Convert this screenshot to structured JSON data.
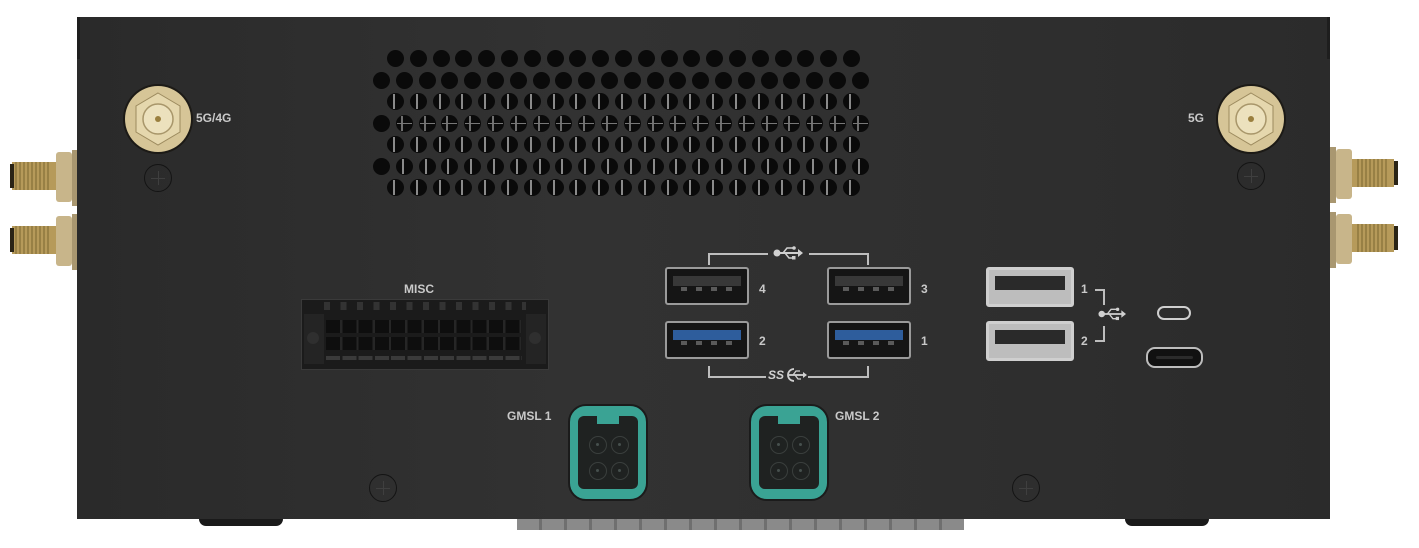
{
  "device": {
    "view": "rear panel",
    "chassis_color": "#2d2d2d",
    "accent_colors": {
      "antenna_gold": "#d2c191",
      "gmsl_teal": "#3aa394",
      "usb3_blue": "#2e5d9c"
    }
  },
  "antennas": {
    "left_label": "5G/4G",
    "right_label": "5G"
  },
  "connectors": {
    "misc_label": "MISC",
    "usb_top_group": {
      "icon": "usb-icon",
      "ports": [
        {
          "label": "4",
          "type": "USB 2.0"
        },
        {
          "label": "3",
          "type": "USB 2.0"
        },
        {
          "label": "2",
          "type": "USB 3.0"
        },
        {
          "label": "1",
          "type": "USB 3.0"
        }
      ],
      "superspeed_label": "SS"
    },
    "usb_side_group": {
      "ports": [
        {
          "label": "1"
        },
        {
          "label": "2"
        }
      ],
      "icon": "usb-icon"
    },
    "usb_c": {
      "icon": "usb-c-icon"
    },
    "gmsl": [
      {
        "label": "GMSL 1"
      },
      {
        "label": "GMSL 2"
      }
    ]
  }
}
